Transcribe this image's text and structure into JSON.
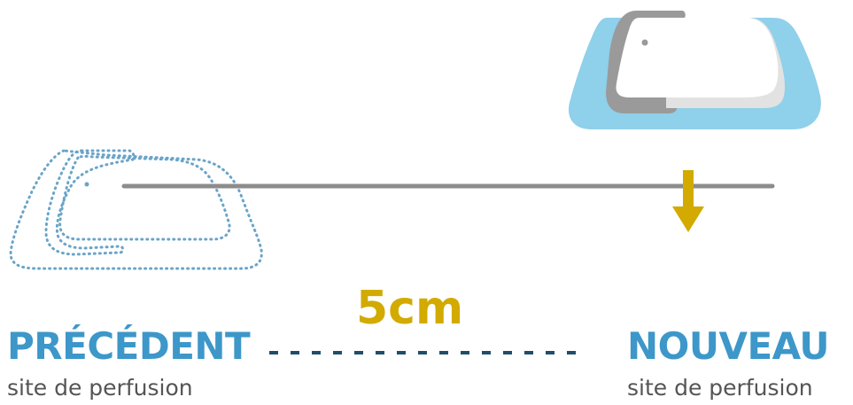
{
  "colors": {
    "title_blue": "#3d97c9",
    "subtitle_gray": "#555555",
    "distance_gold": "#d2aa00",
    "dash_navy": "#1f4e6b",
    "line_gray": "#8c8c8c",
    "outline_dotted": "#6aa4c9",
    "pad_blue": "#8fd0ea",
    "device_dark_gray": "#9a9a9a",
    "device_light": "#e2e2e2",
    "device_white": "#ffffff",
    "arrow_gold": "#d2aa00"
  },
  "previous_site": {
    "title": "PRÉCÉDENT",
    "subtitle": "site de perfusion",
    "icon": "dotted-outline-device-icon"
  },
  "new_site": {
    "title": "NOUVEAU",
    "subtitle": "site de perfusion",
    "icon": "device-on-pad-icon"
  },
  "distance": {
    "label": "5cm",
    "arrow_icon": "down-arrow-icon"
  }
}
